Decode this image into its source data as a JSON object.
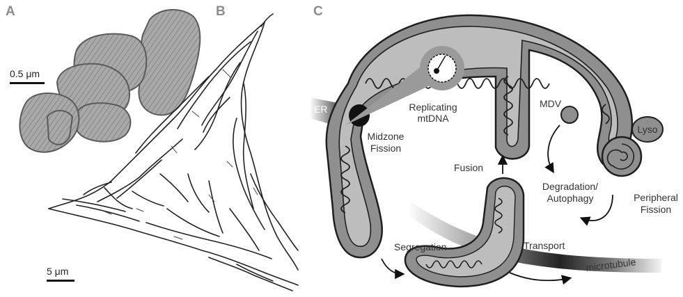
{
  "panels": {
    "a": {
      "letter": "A",
      "scale": "0.5 μm"
    },
    "b": {
      "letter": "B",
      "scale": "5 μm"
    },
    "c": {
      "letter": "C",
      "labels": {
        "er": "ER",
        "replicating_1": "Replicating",
        "replicating_2": "mtDNA",
        "midzone_1": "Midzone",
        "midzone_2": "Fission",
        "mdv": "MDV",
        "lyso": "Lyso",
        "fusion": "Fusion",
        "degradation_1": "Degradation/",
        "degradation_2": "Autophagy",
        "peripheral_1": "Peripheral",
        "peripheral_2": "Fission",
        "segregation": "Segregation",
        "transport": "Transport",
        "microtubule": "microtubule"
      }
    }
  },
  "colors": {
    "mito_fill": "#8f8f8f",
    "mito_inner": "#bdbdbd",
    "outline": "#1e1e1e",
    "panel_letter": "#8c8c8c"
  }
}
